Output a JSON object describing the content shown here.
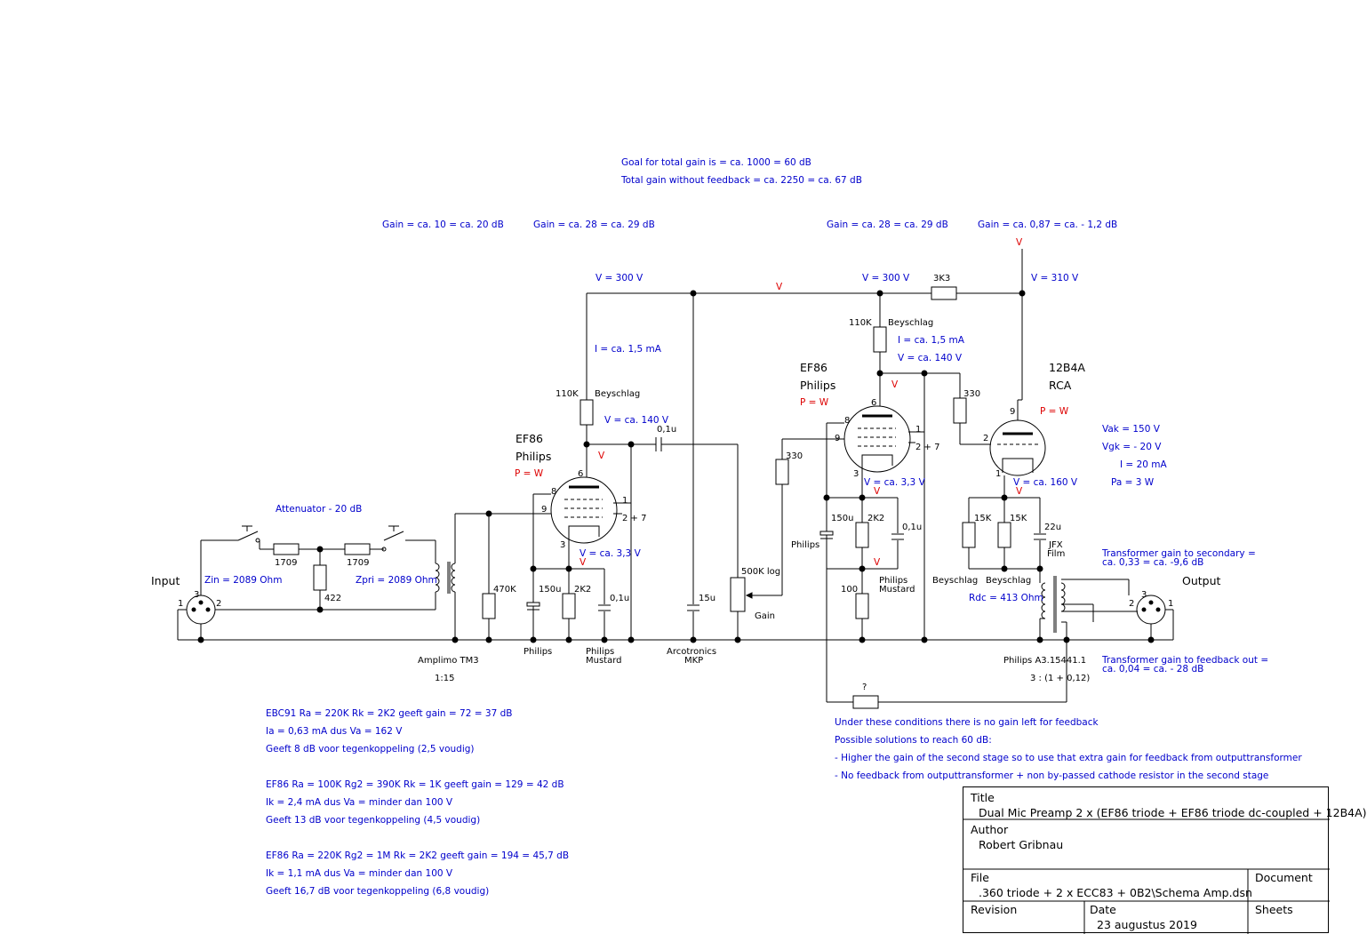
{
  "notes": {
    "goal": "Goal for total gain is = ca. 1000 = 60 dB",
    "total_without_fb": "Total gain without feedback = ca. 2250 = ca. 67 dB",
    "gain_stage0": "Gain = ca. 10 = ca. 20 dB",
    "gain_stage1": "Gain = ca. 28 = ca. 29 dB",
    "gain_stage2": "Gain = ca. 28 = ca. 29 dB",
    "gain_stage3": "Gain = ca. 0,87 = ca. - 1,2 dB",
    "v300_a": "V = 300 V",
    "v300_b": "V = 300 V",
    "v310": "V = 310 V",
    "i_stage1": "I = ca. 1,5 mA",
    "i_stage2": "I = ca. 1,5 mA",
    "va140_a": "V = ca. 140 V",
    "va140_b": "V = ca. 140 V",
    "vk33_a": "V = ca. 3,3 V",
    "vk33_b": "V = ca. 3,3 V",
    "vk160": "V = ca. 160 V",
    "vak": "Vak = 150 V",
    "vgk": "Vgk = - 20 V",
    "i20": "I = 20 mA",
    "pa": "Pa = 3 W",
    "attenuator": "Attenuator - 20 dB",
    "zin": "Zin = 2089 Ohm",
    "zpri": "Zpri = 2089 Ohm",
    "rdc": "Rdc = 413 Ohm",
    "tgain_sec_1": "Transformer gain to secondary =",
    "tgain_sec_2": "ca. 0,33 = ca. -9,6 dB",
    "tgain_fb_1": "Transformer gain to feedback out =",
    "tgain_fb_2": "ca. 0,04 = ca. - 28 dB",
    "no_gain": "Under these conditions there is no gain left for feedback",
    "possible": "Possible solutions to reach 60 dB:",
    "sol1": "- Higher the gain of the second stage so to use that extra gain for feedback from outputtransformer",
    "sol2": "- No feedback from outputtransformer + non by-passed cathode resistor in the second stage",
    "ebc1": "EBC91 Ra = 220K Rk = 2K2 geeft gain = 72 = 37 dB",
    "ebc2": "Ia = 0,63 mA dus Va = 162 V",
    "ebc3": "Geeft 8 dB voor tegenkoppeling (2,5 voudig)",
    "ef1_1": "EF86 Ra = 100K  Rg2 = 390K Rk = 1K geeft gain = 129 = 42 dB",
    "ef1_2": "Ik = 2,4 mA dus Va = minder dan 100 V",
    "ef1_3": "Geeft 13 dB voor tegenkoppeling (4,5 voudig)",
    "ef2_1": "EF86 Ra = 220K Rg2 = 1M Rk = 2K2 geeft gain = 194 = 45,7 dB",
    "ef2_2": "Ik = 1,1 mA dus Va = minder dan 100 V",
    "ef2_3": "Geeft 16,7 dB voor tegenkoppeling (6,8 voudig)"
  },
  "red": {
    "v_mark": "V",
    "pw": "P = W"
  },
  "tubes": {
    "ef86": "EF86",
    "philips": "Philips",
    "t12b4a": "12B4A",
    "rca": "RCA"
  },
  "labels": {
    "input": "Input",
    "output": "Output",
    "r1709": "1709",
    "r422": "422",
    "r470k": "470K",
    "r110k": "110K",
    "beyschlag": "Beyschlag",
    "c01u": "0,1u",
    "r2k2": "2K2",
    "c150u": "150u",
    "c15u": "15u",
    "pot": "500K log",
    "gain": "Gain",
    "r330": "330",
    "r3k3": "3K3",
    "r100": "100",
    "r15k": "15K",
    "c22u": "22u",
    "jfx": "JFX",
    "film": "Film",
    "philips": "Philips",
    "mustard": "Mustard",
    "arcotronics": "Arcotronics",
    "mkp": "MKP",
    "amplimo": "Amplimo TM3",
    "ratio_in": "1:15",
    "philips_ot": "Philips A3.15441.1",
    "ratio_out": "3 : (1 + 0,12)",
    "question": "?",
    "pin1": "1",
    "pin2": "2",
    "pin3": "3",
    "pin6": "6",
    "pin8": "8",
    "pin9": "9",
    "pin27": "2 + 7"
  },
  "titleblock": {
    "title_label": "Title",
    "title": "Dual Mic Preamp 2 x (EF86 triode + EF86 triode dc-coupled + 12B4A)",
    "author_label": "Author",
    "author": "Robert Gribnau",
    "file_label": "File",
    "file": ".360 triode + 2 x ECC83 + 0B2\\Schema Amp.dsn",
    "document_label": "Document",
    "revision_label": "Revision",
    "date_label": "Date",
    "date": "23 augustus 2019",
    "sheets_label": "Sheets"
  }
}
